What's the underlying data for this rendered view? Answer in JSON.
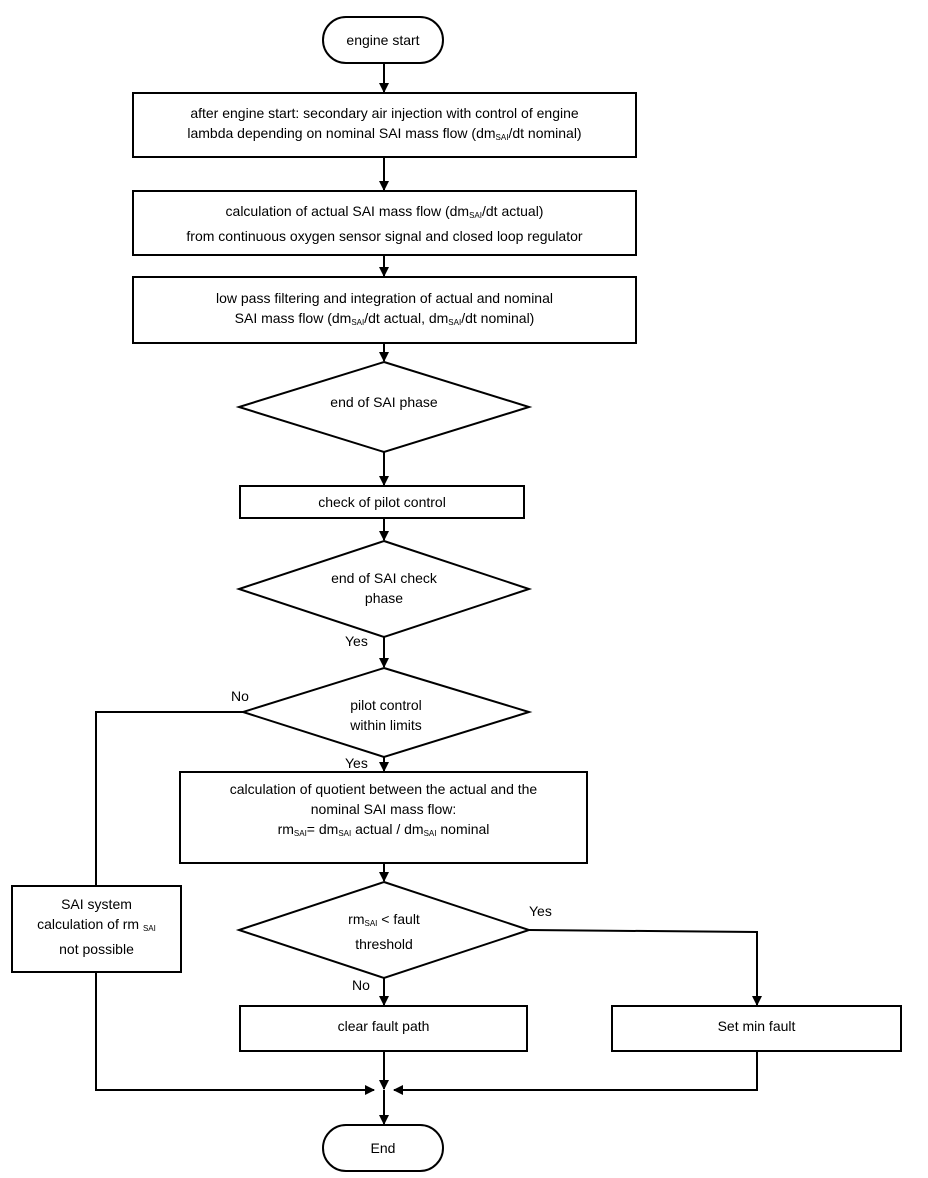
{
  "nodes": {
    "engine_start": "engine start",
    "sai_injection": {
      "line1": "after engine start: secondary air injection with control of engine",
      "line2_a": "lambda depending on nominal SAI mass flow (dm",
      "line2_sub": "SAI",
      "line2_b": "/dt nominal)"
    },
    "actual_mass_flow": {
      "line1_a": "calculation of actual SAI mass flow (dm",
      "line1_sub": "SAI",
      "line1_b": "/dt actual)",
      "line2": "from continuous oxygen sensor  signal and closed loop regulator"
    },
    "low_pass": {
      "line1": "low pass filtering and integration of actual and nominal",
      "line2_a": "SAI mass flow (dm",
      "line2_sub1": "SAI",
      "line2_b": "/dt actual, dm",
      "line2_sub2": "SAI",
      "line2_c": "/dt nominal)"
    },
    "end_sai_phase": "end of SAI phase",
    "check_pilot": "check of pilot control",
    "end_sai_check": {
      "line1": "end of SAI check",
      "line2": "phase"
    },
    "pilot_within_limits": {
      "line1": "pilot control",
      "line2": "within limits"
    },
    "quotient": {
      "line1": "calculation of quotient between the actual and the",
      "line2": "nominal SAI mass flow:",
      "line3_a": "rm",
      "line3_sub1": "SAI",
      "line3_b": "= dm",
      "line3_sub2": "SAI",
      "line3_c": " actual / dm",
      "line3_sub3": "SAI",
      "line3_d": " nominal"
    },
    "not_possible": {
      "line1": "SAI system",
      "line2_a": "calculation of rm ",
      "line2_sub": "SAI",
      "line3": "not possible"
    },
    "fault_threshold": {
      "line1_a": "rm",
      "line1_sub": "SAI",
      "line1_b": " < fault",
      "line2": "threshold"
    },
    "clear_fault": "clear fault path",
    "set_min_fault": "Set min fault",
    "end": "End"
  },
  "edge_labels": {
    "end_check_yes": "Yes",
    "pilot_no": "No",
    "pilot_yes": "Yes",
    "threshold_yes": "Yes",
    "threshold_no": "No"
  }
}
